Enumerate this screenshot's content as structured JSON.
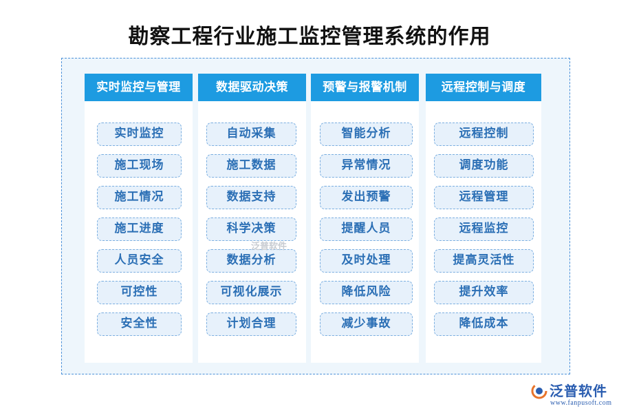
{
  "title": "勘察工程行业施工监控管理系统的作用",
  "columns": [
    {
      "header": "实时监控与管理",
      "items": [
        "实时监控",
        "施工现场",
        "施工情况",
        "施工进度",
        "人员安全",
        "可控性",
        "安全性"
      ]
    },
    {
      "header": "数据驱动决策",
      "items": [
        "自动采集",
        "施工数据",
        "数据支持",
        "科学决策",
        "数据分析",
        "可视化展示",
        "计划合理"
      ]
    },
    {
      "header": "预警与报警机制",
      "items": [
        "智能分析",
        "异常情况",
        "发出预警",
        "提醒人员",
        "及时处理",
        "降低风险",
        "减少事故"
      ]
    },
    {
      "header": "远程控制与调度",
      "items": [
        "远程控制",
        "调度功能",
        "远程管理",
        "远程监控",
        "提高灵活性",
        "提升效率",
        "降低成本"
      ]
    }
  ],
  "watermark": "泛普软件",
  "logo": {
    "name": "泛普软件",
    "url": "www.fanpusoft.com"
  },
  "colors": {
    "header": "#1d9be1",
    "item_text": "#2b6fb5",
    "item_bg": "#e7f1fb",
    "frame_border": "#4a90d9"
  }
}
